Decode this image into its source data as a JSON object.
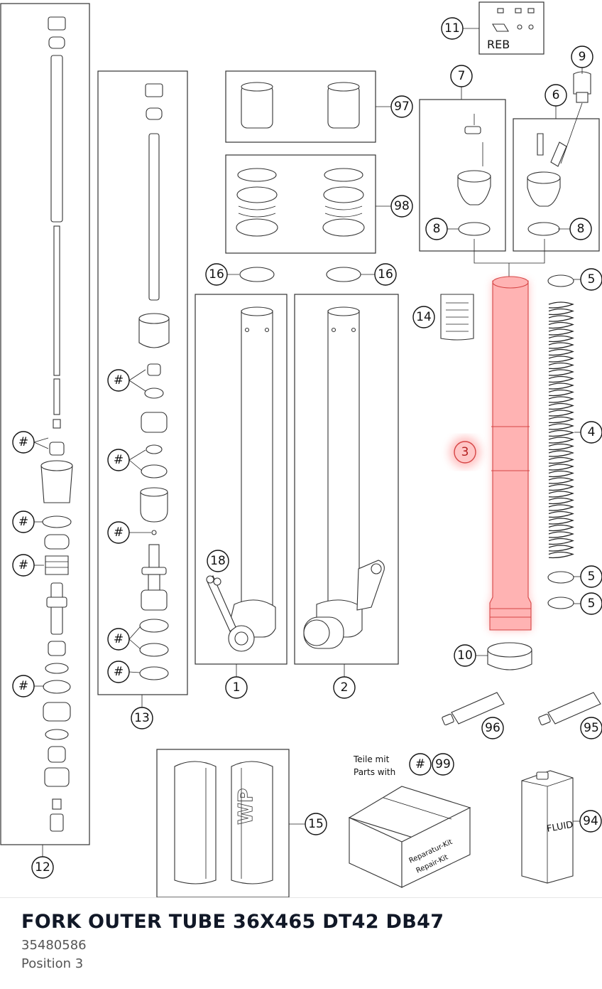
{
  "part": {
    "title": "FORK OUTER TUBE 36X465 DT42 DB47",
    "number": "35480586",
    "position_label": "Position 3"
  },
  "highlight": {
    "callout": "3",
    "color": "#ff0000"
  },
  "callouts": {
    "c1": "1",
    "c2": "2",
    "c4": "4",
    "c5a": "5",
    "c5b": "5",
    "c5c": "5",
    "c6": "6",
    "c7": "7",
    "c8a": "8",
    "c8b": "8",
    "c9": "9",
    "c10": "10",
    "c11": "11",
    "c12": "12",
    "c13": "13",
    "c14": "14",
    "c15": "15",
    "c16a": "16",
    "c16b": "16",
    "c18": "18",
    "c94": "94",
    "c95": "95",
    "c96": "96",
    "c97": "97",
    "c98": "98",
    "c99": "99",
    "hash": "#"
  },
  "labels": {
    "reb": "REB",
    "teile_mit": "Teile mit",
    "parts_with": "Parts with",
    "fluid": "FLUID",
    "repair_kit_de": "Reparatur-Kit",
    "repair_kit_en": "Repair-Kit",
    "brand": "WP"
  }
}
